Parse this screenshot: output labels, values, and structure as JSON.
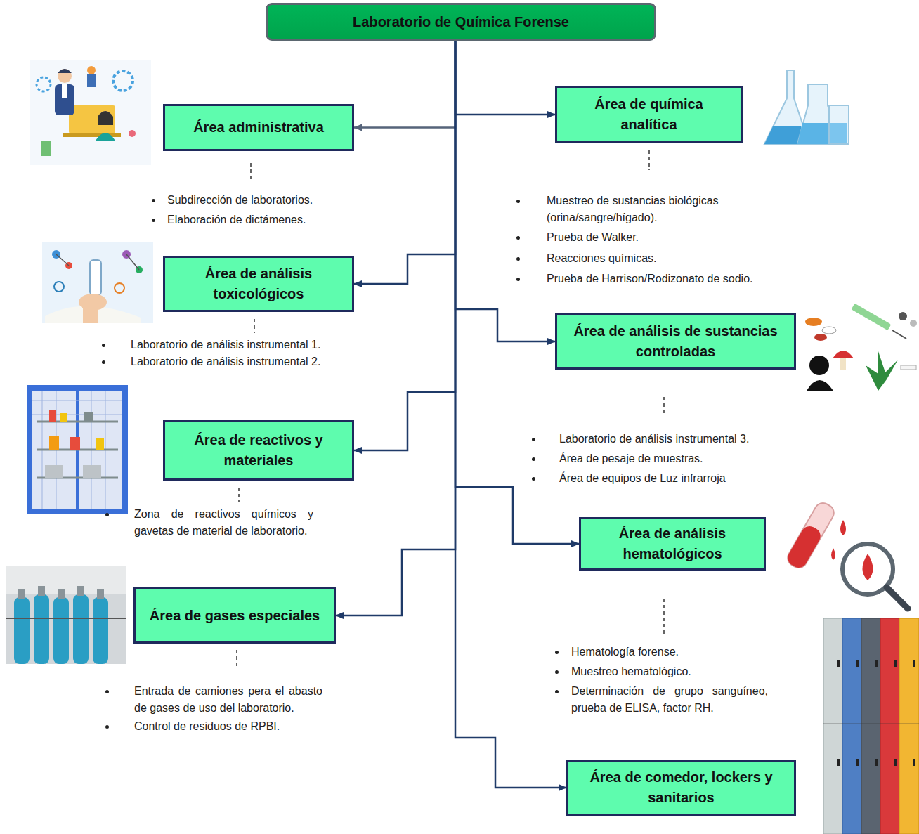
{
  "diagram": {
    "nodes": [
      {
        "text": [
          "Laboratorio de Química Forense"
        ]
      },
      {
        "text": [
          "Área administrativa"
        ]
      },
      {
        "text": [
          "Área de química analítica"
        ]
      },
      {
        "text": [
          "Área de análisis toxicológicos"
        ]
      },
      {
        "text": [
          "Área de análisis de sustancias controladas"
        ]
      },
      {
        "text": [
          "Área de reactivos y materiales"
        ]
      },
      {
        "text": [
          "Área de análisis hematológicos"
        ]
      },
      {
        "text": [
          "Área de gases especiales"
        ]
      },
      {
        "text": [
          "Área de comedor, lockers y sanitarios"
        ]
      }
    ],
    "edges": [
      {
        "from": 0,
        "to": 1,
        "arrow": "to"
      },
      {
        "from": 0,
        "to": 2,
        "arrow": "to"
      },
      {
        "from": 0,
        "to": 3,
        "arrow": "to"
      },
      {
        "from": 0,
        "to": 4,
        "arrow": "to"
      },
      {
        "from": 0,
        "to": 5,
        "arrow": "to"
      },
      {
        "from": 0,
        "to": 6,
        "arrow": "to"
      },
      {
        "from": 0,
        "to": 7,
        "arrow": "to"
      },
      {
        "from": 0,
        "to": 8,
        "arrow": "to"
      }
    ],
    "labels": [
      "Subdirección de laboratorios.",
      "Elaboración de dictámenes.",
      "Muestreo de sustancias biológicas (orina/sangre/hígado).",
      "Prueba de Walker.",
      "Reacciones químicas.",
      "Prueba de Harrison/Rodizonato de sodio.",
      "Laboratorio de análisis instrumental 1.",
      "Laboratorio de análisis instrumental 2.",
      "Laboratorio de análisis instrumental 3.",
      "Área de pesaje de muestras.",
      "Área de equipos de Luz infrarroja",
      "Zona de reactivos químicos y gavetas de material de laboratorio.",
      "Hematología forense.",
      "Muestreo hematológico.",
      "Determinación de grupo sanguíneo, prueba de ELISA, factor RH.",
      "Entrada de camiones pera el abasto de gases de uso del laboratorio.",
      "Control de residuos de RPBI."
    ]
  }
}
